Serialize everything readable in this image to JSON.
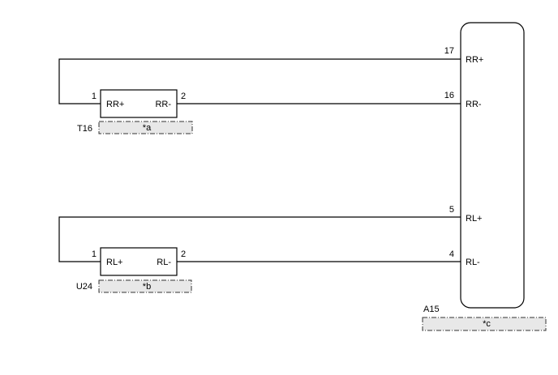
{
  "connectors": {
    "t16": {
      "ref": "T16",
      "tag": "*a",
      "pin_left": "1",
      "pin_right": "2",
      "label_left": "RR+",
      "label_right": "RR-"
    },
    "u24": {
      "ref": "U24",
      "tag": "*b",
      "pin_left": "1",
      "pin_right": "2",
      "label_left": "RL+",
      "label_right": "RL-"
    },
    "a15": {
      "ref": "A15",
      "tag": "*c",
      "pins": [
        {
          "num": "17",
          "label": "RR+"
        },
        {
          "num": "16",
          "label": "RR-"
        },
        {
          "num": "5",
          "label": "RL+"
        },
        {
          "num": "4",
          "label": "RL-"
        }
      ]
    }
  },
  "colors": {
    "wire": "#000000",
    "tag_fill": "#e8e8e8"
  }
}
